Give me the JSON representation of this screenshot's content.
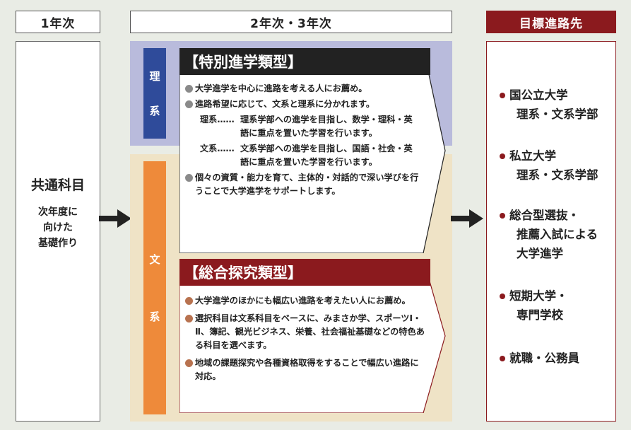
{
  "headers": {
    "year1": "1年次",
    "year23": "2年次・3年次",
    "goal": "目標進路先"
  },
  "year1": {
    "title": "共通科目",
    "subtitle": [
      "次年度に",
      "向けた",
      "基礎作り"
    ]
  },
  "tracks": {
    "science": [
      "理",
      "系"
    ],
    "humanities": [
      "文",
      "系"
    ]
  },
  "tokubetsu": {
    "title": "【特別進学類型】",
    "items": [
      "大学進学を中心に進路を考える人にお薦め。",
      "進路希望に応じて、文系と理系に分かれます。"
    ],
    "sub_items": [
      {
        "label": "理系……",
        "text": "理系学部への進学を目指し、数学・理科・英語に重点を置いた学習を行います。"
      },
      {
        "label": "文系……",
        "text": "文系学部への進学を目指し、国語・社会・英語に重点を置いた学習を行います。"
      }
    ],
    "last_item": "個々の資質・能力を育て、主体的・対話的で深い学びを行うことで大学進学をサポートします。"
  },
  "sogo": {
    "title": "【総合探究類型】",
    "items": [
      "大学進学のほかにも幅広い進路を考えたい人にお薦め。",
      "選択科目は文系科目をベースに、みまさか学、スポーツⅠ・Ⅱ、簿記、観光ビジネス、栄養、社会福祉基礎などの特色ある科目を選べます。",
      "地域の課題探究や各種資格取得をすることで幅広い進路に対応。"
    ]
  },
  "destinations": [
    [
      "国公立大学",
      "理系・文系学部"
    ],
    [
      "私立大学",
      "理系・文系学部"
    ],
    [
      "総合型選抜・",
      "推薦入試による",
      "大学進学"
    ],
    [
      "短期大学・",
      "専門学校"
    ],
    [
      "就職・公務員"
    ]
  ],
  "colors": {
    "dark_red": "#8b1a1e",
    "navy": "#2f4b9a",
    "orange": "#ee8a3a",
    "lavender": "#b9bbdc",
    "cream": "#efe3c6"
  }
}
